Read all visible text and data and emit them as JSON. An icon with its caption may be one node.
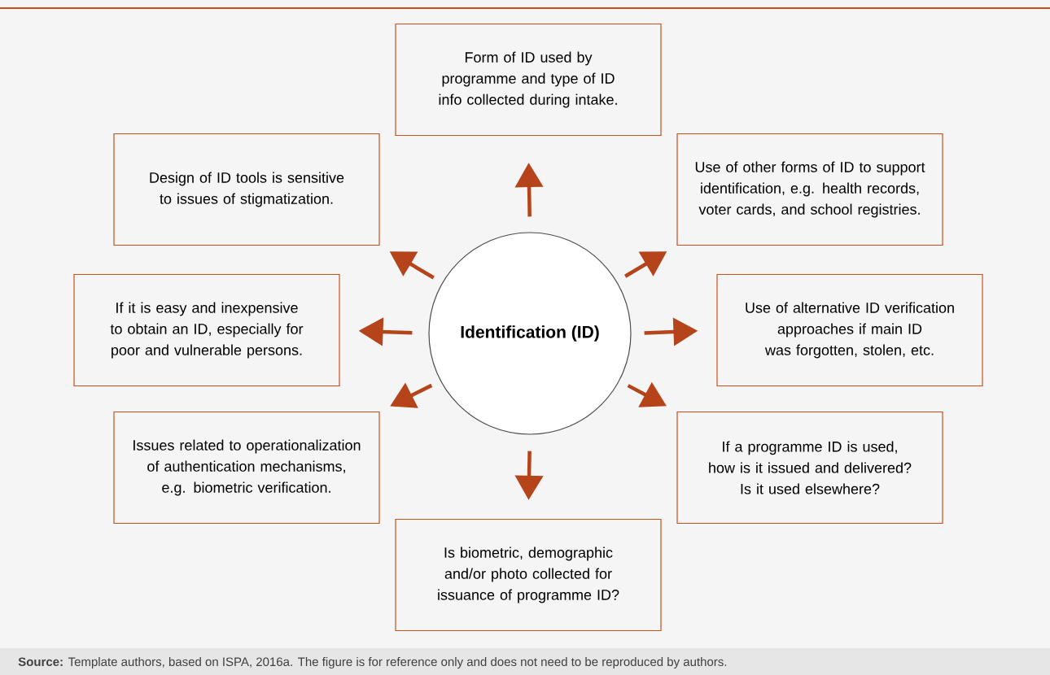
{
  "diagram": {
    "caption": "**Source:** Template authors, based on ISPA, 2016a. The figure is for reference only and does not need to be reproduced by authors.",
    "nodes": [
      {
        "text": [
          "Identification (ID)"
        ]
      },
      {
        "text": [
          "Form of ID used by programme and type of ID info collected during intake."
        ]
      },
      {
        "text": [
          "Design of ID tools is sensitive to issues of stigmatization."
        ]
      },
      {
        "text": [
          "Use of other forms of ID to support identification, e.g. health records, voter cards, and school registries."
        ]
      },
      {
        "text": [
          "If it is easy and inexpensive to obtain an ID, especially for poor and vulnerable persons."
        ]
      },
      {
        "text": [
          "Use of alternative ID verification approaches if main ID was forgotten, stolen, etc."
        ]
      },
      {
        "text": [
          "Issues related to operationalization of authentication mechanisms, e.g. biometric verification."
        ]
      },
      {
        "text": [
          "If a programme ID is used, how is it issued and delivered? Is it used elsewhere?"
        ]
      },
      {
        "text": [
          "Is biometric, demographic and/or photo collected for issuance of programme ID?"
        ]
      }
    ],
    "edges": [
      {
        "from": 0,
        "to": 1,
        "arrow": "to"
      },
      {
        "from": 0,
        "to": 2,
        "arrow": "to"
      },
      {
        "from": 0,
        "to": 3,
        "arrow": "to"
      },
      {
        "from": 0,
        "to": 4,
        "arrow": "to"
      },
      {
        "from": 0,
        "to": 5,
        "arrow": "to"
      },
      {
        "from": 0,
        "to": 6,
        "arrow": "to"
      },
      {
        "from": 0,
        "to": 7,
        "arrow": "to"
      },
      {
        "from": 0,
        "to": 8,
        "arrow": "to"
      }
    ]
  }
}
